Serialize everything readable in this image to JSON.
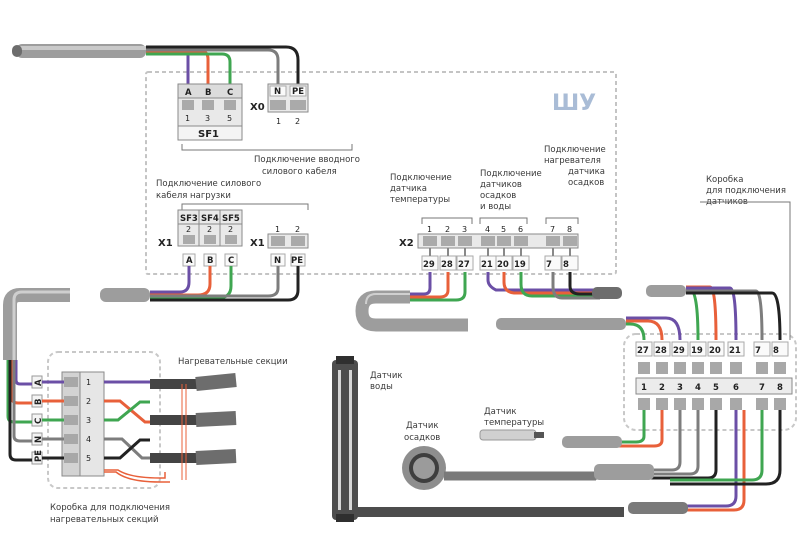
{
  "colors": {
    "purple": "#6b4fa6",
    "orange": "#e8603a",
    "green": "#3fa651",
    "grey": "#7d7d7d",
    "black": "#222222",
    "cable": "#9a9a9a",
    "dash": "#bcbcbc"
  },
  "panel": {
    "title": "ШУ",
    "sf1": "SF1",
    "sf_breakers": [
      "SF3",
      "SF4",
      "SF5"
    ],
    "sf_sub": [
      "2",
      "2",
      "2"
    ],
    "top_phase_labels": [
      "A",
      "B",
      "C"
    ],
    "top_phase_nums": [
      "1",
      "3",
      "5"
    ],
    "x0_label": "X0",
    "x0_letters": [
      "N",
      "PE"
    ],
    "x0_nums": [
      "1",
      "2"
    ],
    "x1_label": "X1",
    "x1b_label": "X1",
    "x1_letters": [
      "N",
      "PE"
    ],
    "x1_nums": [
      "1",
      "2"
    ],
    "bottom_phase_labels": [
      "A",
      "B",
      "C"
    ],
    "x2_label": "X2",
    "x2_top_nums": [
      "1",
      "2",
      "3",
      "4",
      "5",
      "6",
      "7",
      "8"
    ],
    "x2_bottom_tags": [
      "29",
      "28",
      "27",
      "21",
      "20",
      "19",
      "7",
      "8"
    ],
    "caption_input": [
      "Подключение вводного",
      "силового кабеля"
    ],
    "caption_load": [
      "Подключение силового",
      "кабеля нагрузки"
    ],
    "caption_temp": [
      "Подключение",
      "датчика",
      "температуры"
    ],
    "caption_rain": [
      "Подключение",
      "датчиков",
      "осадков",
      "и воды"
    ],
    "caption_heat": [
      "Подключение",
      "нагревателя",
      "датчика",
      "осадков"
    ]
  },
  "heating_box": {
    "phase_labels": [
      "A",
      "B",
      "C",
      "N",
      "PE"
    ],
    "terminals": [
      "1",
      "2",
      "3",
      "4",
      "5"
    ],
    "sections_caption": "Нагревательные секции",
    "caption": [
      "Коробка для подключения",
      "нагревательных секций"
    ]
  },
  "sensors": {
    "water_caption": [
      "Датчик",
      "воды"
    ],
    "rain_caption": [
      "Датчик",
      "осадков"
    ],
    "temp_caption": [
      "Датчик",
      "температуры"
    ]
  },
  "sensor_box": {
    "caption": [
      "Коробка",
      "для подключения",
      "датчиков"
    ],
    "top_tags": [
      "27",
      "28",
      "29",
      "19",
      "20",
      "21",
      "7",
      "8"
    ],
    "terminals": [
      "1",
      "2",
      "3",
      "4",
      "5",
      "6",
      "7",
      "8"
    ]
  }
}
